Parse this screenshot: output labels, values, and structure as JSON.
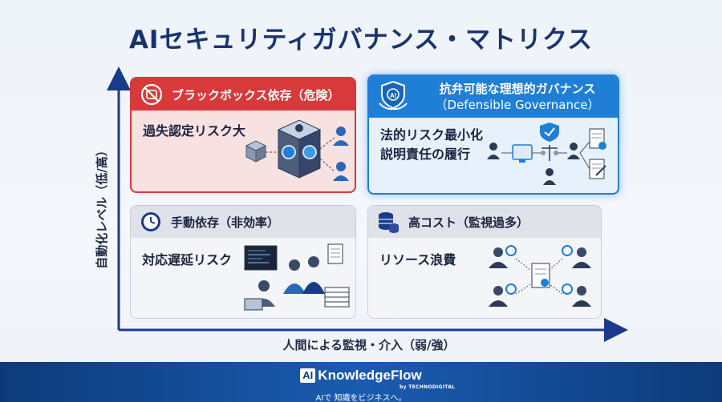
{
  "title": "AIセキュリティガバナンス・マトリクス",
  "axes": {
    "y_label": "自動化レベル（低/高）",
    "x_label": "人間による監視・介入（弱/強）"
  },
  "quadrants": {
    "top_left": {
      "heading": "ブラックボックス依存（危険）",
      "text": "過失認定リスク大",
      "icon": "prohibited-ai-icon",
      "color": "#d8393b"
    },
    "top_right": {
      "heading": "抗弁可能な理想的ガバナンス",
      "heading_en": "（Defensible Governance）",
      "text_line1": "法的リスク最小化",
      "text_line2": "説明責任の履行",
      "icon": "ai-shield-icon",
      "color": "#1f7ed6"
    },
    "bottom_left": {
      "heading": "手動依存（非効率）",
      "text": "対応遅延リスク",
      "icon": "clock-icon"
    },
    "bottom_right": {
      "heading": "高コスト（監視過多）",
      "text": "リソース浪費",
      "icon": "coins-icon"
    }
  },
  "footer": {
    "logo_badge": "AI",
    "logo_name": "KnowledgeFlow",
    "logo_by": "by TECHNODIGITAL",
    "tagline": "AIで 知識をビジネスへ。"
  }
}
